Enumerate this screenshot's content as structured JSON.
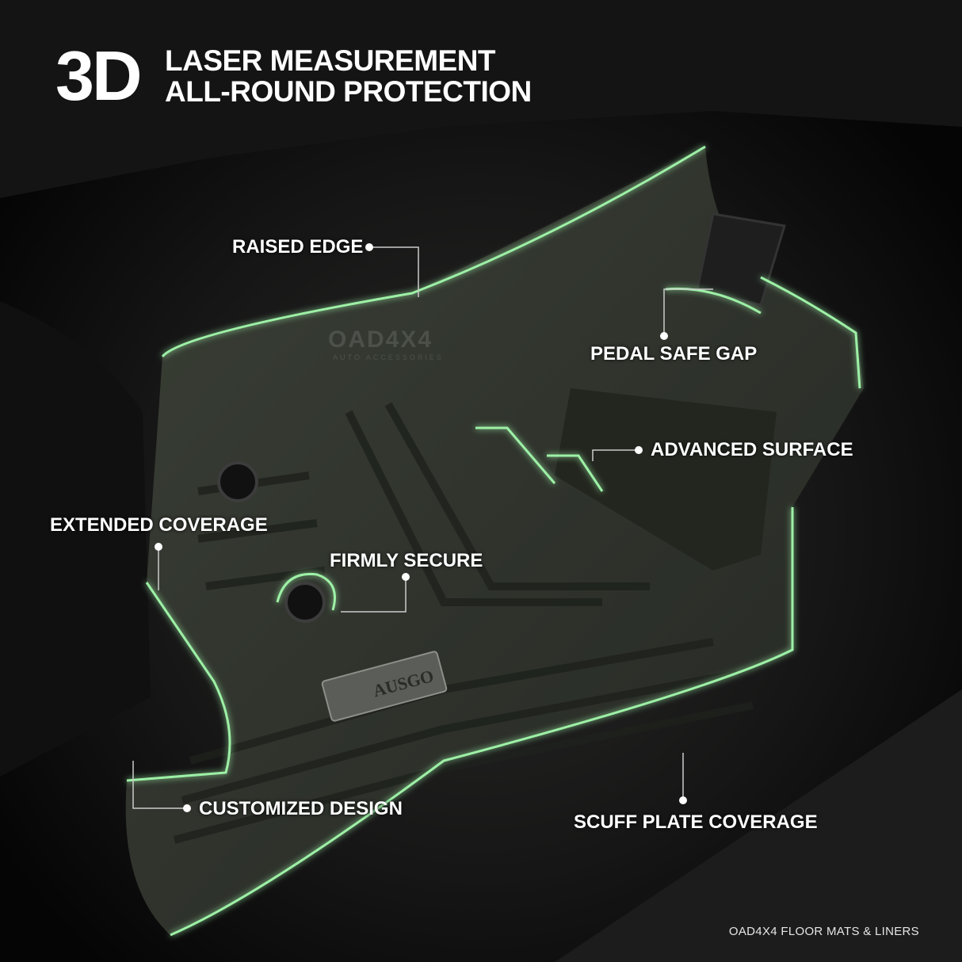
{
  "headline": {
    "big": "3D",
    "line1": "LASER MEASUREMENT",
    "line2": "ALL-ROUND PROTECTION"
  },
  "callouts": {
    "raised_edge": "RAISED EDGE",
    "pedal_safe_gap": "PEDAL SAFE GAP",
    "advanced_surface": "ADVANCED SURFACE",
    "extended_coverage": "EXTENDED COVERAGE",
    "firmly_secure": "FIRMLY SECURE",
    "customized_design": "CUSTOMIZED DESIGN",
    "scuff_plate_coverage": "SCUFF PLATE COVERAGE"
  },
  "watermark": {
    "brand": "OAD4X4",
    "tagline": "AUTO ACCESSORIES"
  },
  "badge_text": "AUSGO",
  "footer": "OAD4X4 FLOOR MATS & LINERS",
  "colors": {
    "accent_glow": "#9df0a6",
    "text": "#ffffff",
    "background": "#0b0b0b"
  }
}
